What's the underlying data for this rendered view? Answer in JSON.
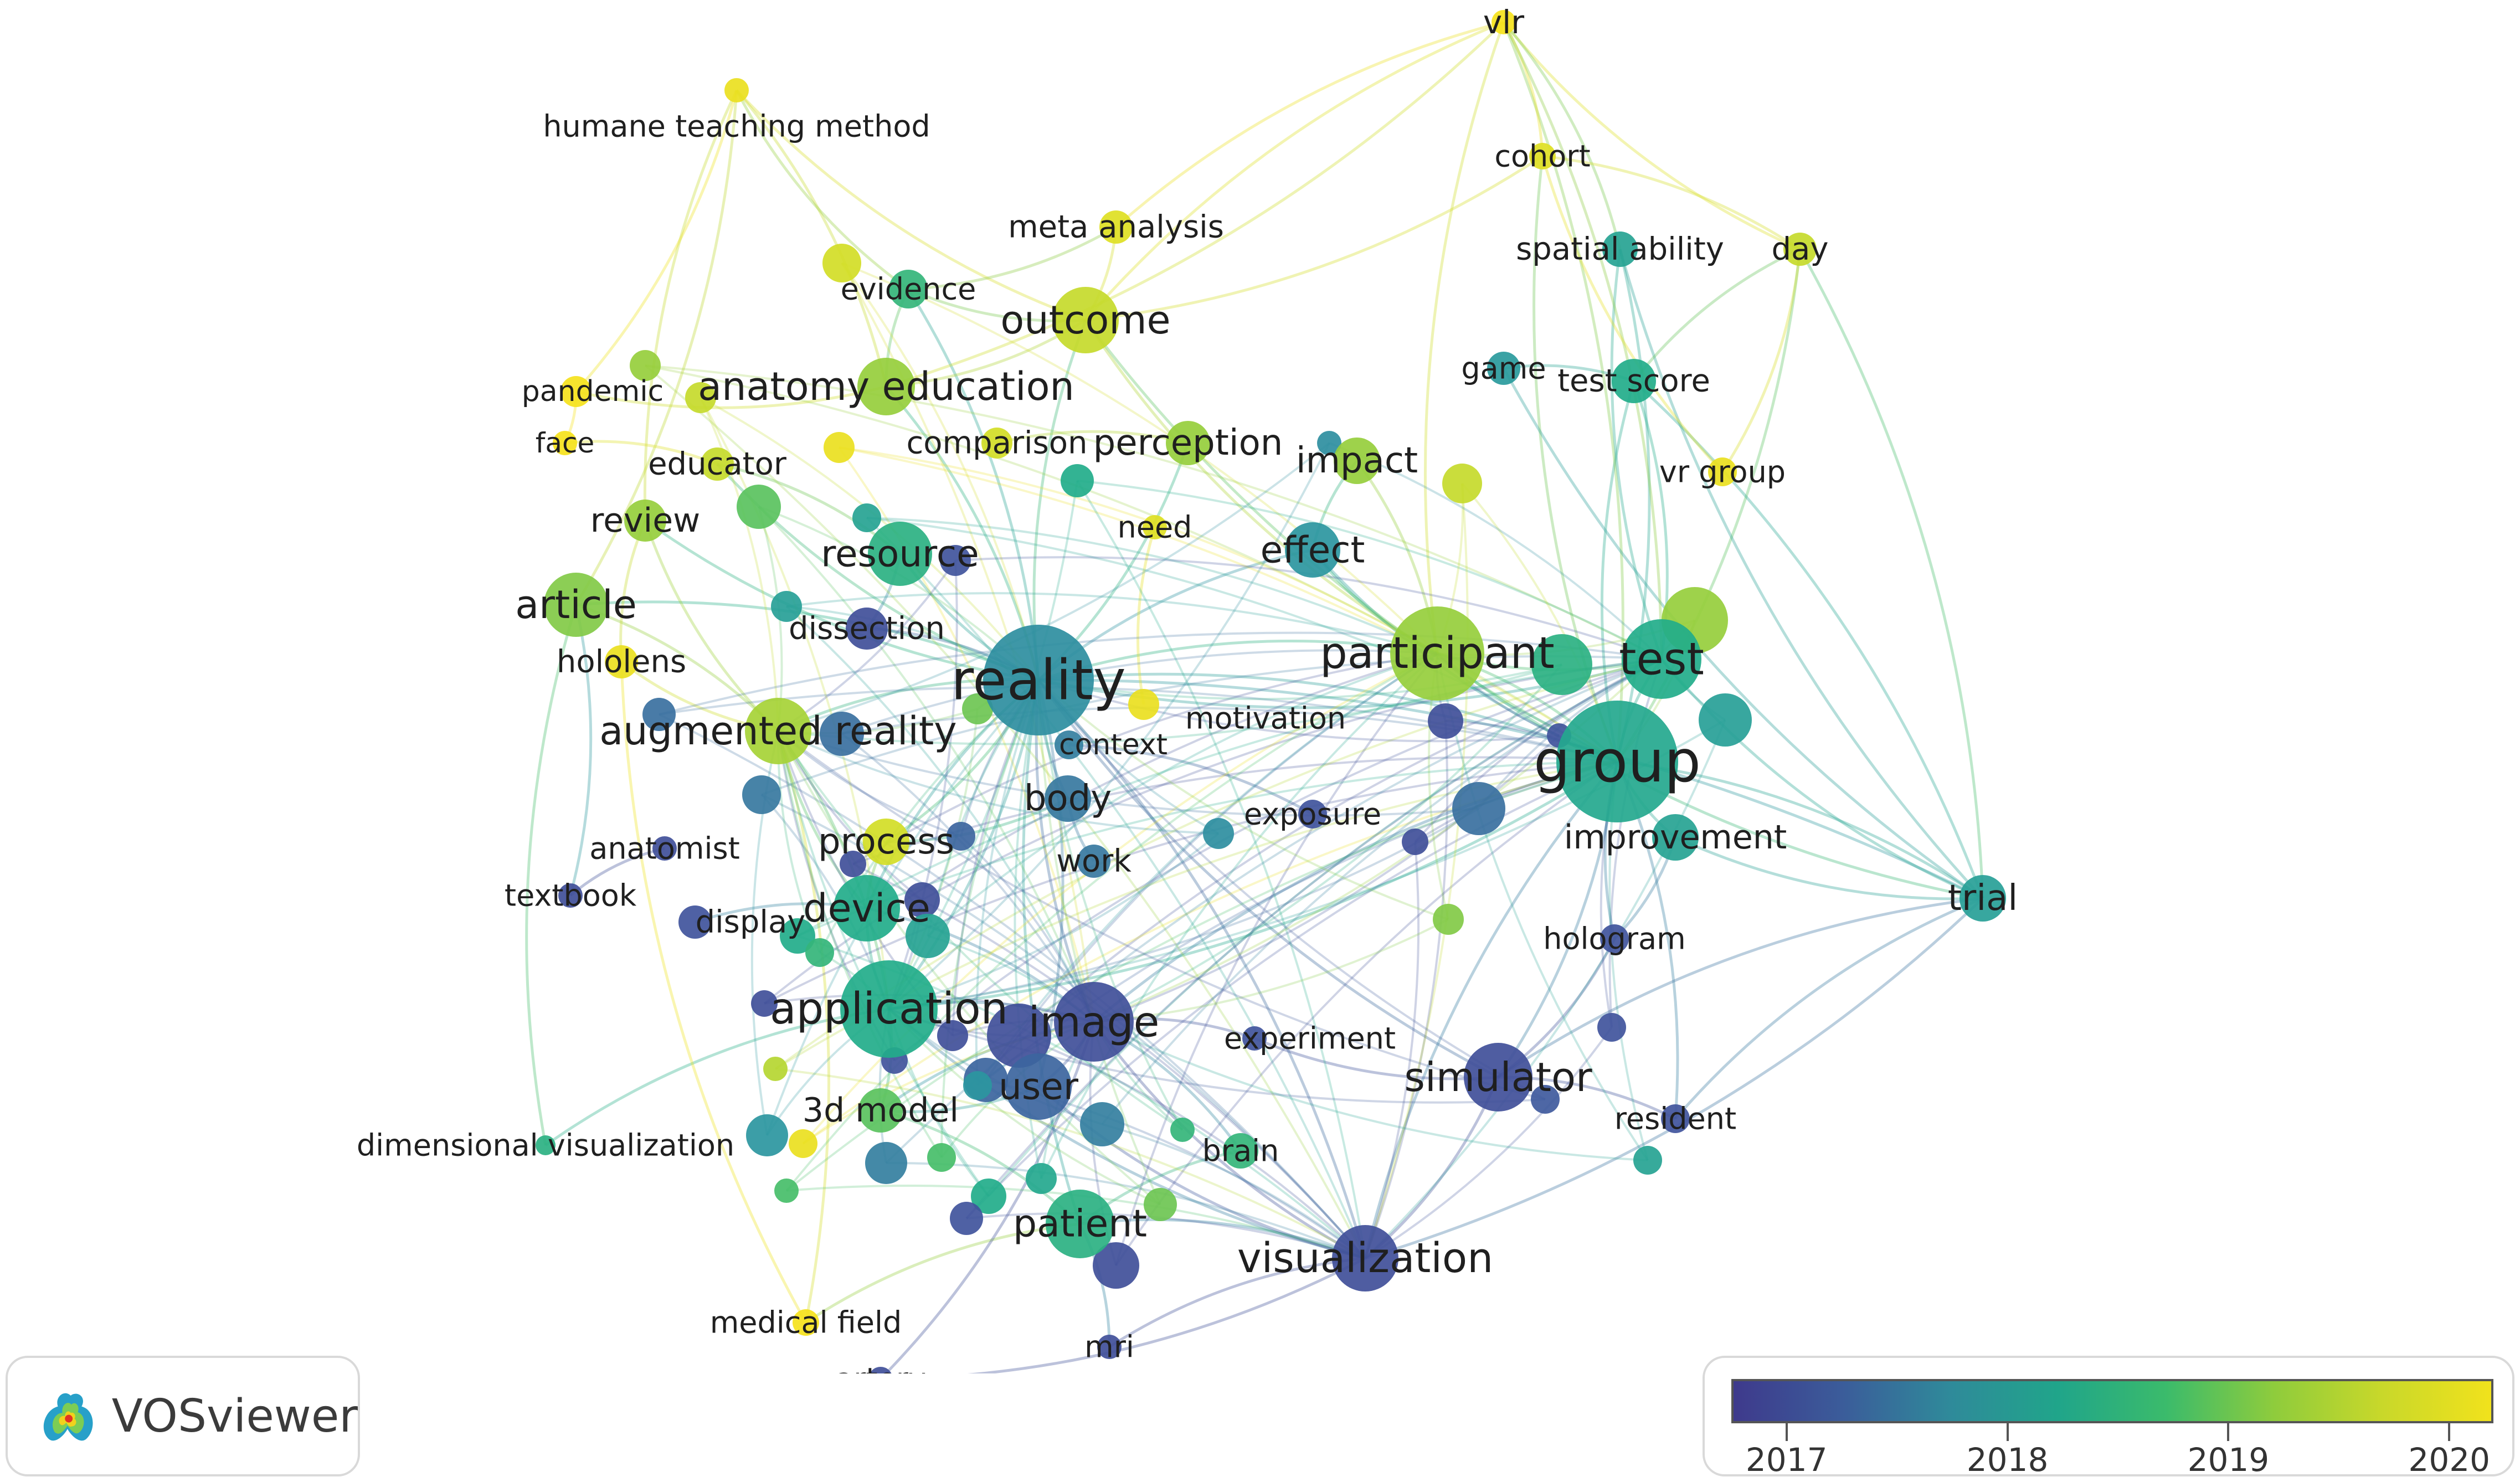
{
  "nodes": [
    {
      "label": "vlr",
      "year": 2020.3
    },
    {
      "label": "humane teaching method",
      "year": 2020.2
    },
    {
      "label": "cohort",
      "year": 2020.1
    },
    {
      "label": "meta analysis",
      "year": 2020.1
    },
    {
      "label": "spatial ability",
      "year": 2018.6
    },
    {
      "label": "day",
      "year": 2019.9
    },
    {
      "label": "evidence",
      "year": 2019.0
    },
    {
      "label": "outcome",
      "year": 2019.9
    },
    {
      "label": "pandemic",
      "year": 2020.3
    },
    {
      "label": "anatomy education",
      "year": 2019.6
    },
    {
      "label": "game",
      "year": 2018.4
    },
    {
      "label": "test score",
      "year": 2018.8
    },
    {
      "label": "face",
      "year": 2020.3
    },
    {
      "label": "educator",
      "year": 2019.9
    },
    {
      "label": "comparison",
      "year": 2020.0
    },
    {
      "label": "perception",
      "year": 2019.6
    },
    {
      "label": "impact",
      "year": 2019.6
    },
    {
      "label": "vr group",
      "year": 2020.2
    },
    {
      "label": "need",
      "year": 2020.1
    },
    {
      "label": "review",
      "year": 2019.6
    },
    {
      "label": "effect",
      "year": 2018.3
    },
    {
      "label": "resource",
      "year": 2018.9
    },
    {
      "label": "article",
      "year": 2019.5
    },
    {
      "label": "dissection",
      "year": 2017.2
    },
    {
      "label": "participant",
      "year": 2019.6
    },
    {
      "label": "test",
      "year": 2018.8
    },
    {
      "label": "hololens",
      "year": 2020.2
    },
    {
      "label": "reality",
      "year": 2018.2
    },
    {
      "label": "motivation",
      "year": 2020.2
    },
    {
      "label": "augmented reality",
      "year": 2019.7
    },
    {
      "label": "context",
      "year": 2018.0
    },
    {
      "label": "group",
      "year": 2018.7
    },
    {
      "label": "body",
      "year": 2017.9
    },
    {
      "label": "exposure",
      "year": 2017.3
    },
    {
      "label": "process",
      "year": 2020.0
    },
    {
      "label": "improvement",
      "year": 2018.6
    },
    {
      "label": "anatomist",
      "year": 2017.2
    },
    {
      "label": "work",
      "year": 2017.9
    },
    {
      "label": "textbook",
      "year": 2017.2
    },
    {
      "label": "display",
      "year": 2017.3
    },
    {
      "label": "device",
      "year": 2018.8
    },
    {
      "label": "trial",
      "year": 2018.5
    },
    {
      "label": "hologram",
      "year": 2017.3
    },
    {
      "label": "application",
      "year": 2018.8
    },
    {
      "label": "image",
      "year": 2017.2
    },
    {
      "label": "experiment",
      "year": 2017.3
    },
    {
      "label": "simulator",
      "year": 2017.2
    },
    {
      "label": "user",
      "year": 2017.6
    },
    {
      "label": "3d model",
      "year": 2019.3
    },
    {
      "label": "resident",
      "year": 2017.3
    },
    {
      "label": "dimensional visualization",
      "year": 2018.9
    },
    {
      "label": "brain",
      "year": 2019.0
    },
    {
      "label": "patient",
      "year": 2018.9
    },
    {
      "label": "visualization",
      "year": 2017.2
    },
    {
      "label": "medical field",
      "year": 2020.3
    },
    {
      "label": "mri",
      "year": 2017.2
    },
    {
      "label": "artery",
      "year": 2017.2
    }
  ],
  "links": [
    [
      "reality",
      "group"
    ],
    [
      "reality",
      "augmented reality"
    ],
    [
      "reality",
      "application"
    ],
    [
      "reality",
      "image"
    ],
    [
      "reality",
      "participant"
    ],
    [
      "reality",
      "test"
    ],
    [
      "reality",
      "resource"
    ],
    [
      "reality",
      "anatomy education"
    ],
    [
      "reality",
      "outcome"
    ],
    [
      "reality",
      "simulator"
    ],
    [
      "reality",
      "visualization"
    ],
    [
      "reality",
      "device"
    ],
    [
      "reality",
      "effect"
    ],
    [
      "reality",
      "body"
    ],
    [
      "reality",
      "process"
    ],
    [
      "reality",
      "article"
    ],
    [
      "reality",
      "review"
    ],
    [
      "reality",
      "evidence"
    ],
    [
      "reality",
      "trial"
    ],
    [
      "reality",
      "patient"
    ],
    [
      "reality",
      "user"
    ],
    [
      "reality",
      "dissection"
    ],
    [
      "reality",
      "educator"
    ],
    [
      "reality",
      "perception"
    ],
    [
      "group",
      "test"
    ],
    [
      "group",
      "participant"
    ],
    [
      "group",
      "trial"
    ],
    [
      "group",
      "improvement"
    ],
    [
      "group",
      "simulator"
    ],
    [
      "group",
      "visualization"
    ],
    [
      "group",
      "effect"
    ],
    [
      "group",
      "spatial ability"
    ],
    [
      "group",
      "test score"
    ],
    [
      "group",
      "day"
    ],
    [
      "group",
      "cohort"
    ],
    [
      "group",
      "vlr"
    ],
    [
      "group",
      "outcome"
    ],
    [
      "group",
      "image"
    ],
    [
      "group",
      "application"
    ],
    [
      "group",
      "hologram"
    ],
    [
      "group",
      "resident"
    ],
    [
      "test",
      "trial"
    ],
    [
      "test",
      "spatial ability"
    ],
    [
      "test",
      "test score"
    ],
    [
      "test",
      "participant"
    ],
    [
      "participant",
      "trial"
    ],
    [
      "participant",
      "outcome"
    ],
    [
      "participant",
      "impact"
    ],
    [
      "trial",
      "visualization"
    ],
    [
      "trial",
      "simulator"
    ],
    [
      "trial",
      "spatial ability"
    ],
    [
      "trial",
      "resident"
    ],
    [
      "trial",
      "improvement"
    ],
    [
      "trial",
      "day"
    ],
    [
      "trial",
      "game"
    ],
    [
      "trial",
      "test score"
    ],
    [
      "visualization",
      "image"
    ],
    [
      "visualization",
      "simulator"
    ],
    [
      "visualization",
      "application"
    ],
    [
      "visualization",
      "patient"
    ],
    [
      "visualization",
      "artery"
    ],
    [
      "visualization",
      "mri"
    ],
    [
      "visualization",
      "user"
    ],
    [
      "image",
      "application"
    ],
    [
      "image",
      "user"
    ],
    [
      "image",
      "device"
    ],
    [
      "image",
      "brain"
    ],
    [
      "image",
      "3d model"
    ],
    [
      "application",
      "device"
    ],
    [
      "application",
      "augmented reality"
    ],
    [
      "application",
      "3d model"
    ],
    [
      "augmented reality",
      "article"
    ],
    [
      "augmented reality",
      "hololens"
    ],
    [
      "augmented reality",
      "device"
    ],
    [
      "augmented reality",
      "review"
    ],
    [
      "anatomy education",
      "outcome"
    ],
    [
      "anatomy education",
      "evidence"
    ],
    [
      "anatomy education",
      "humane teaching method"
    ],
    [
      "anatomy education",
      "pandemic"
    ],
    [
      "outcome",
      "meta analysis"
    ],
    [
      "outcome",
      "vlr"
    ],
    [
      "outcome",
      "cohort"
    ],
    [
      "outcome",
      "evidence"
    ],
    [
      "humane teaching method",
      "evidence"
    ],
    [
      "humane teaching method",
      "article"
    ],
    [
      "humane teaching method",
      "review"
    ],
    [
      "humane teaching method",
      "pandemic"
    ],
    [
      "humane teaching method",
      "outcome"
    ],
    [
      "vlr",
      "cohort"
    ],
    [
      "vlr",
      "day"
    ],
    [
      "vlr",
      "spatial ability"
    ],
    [
      "vlr",
      "meta analysis"
    ],
    [
      "vlr",
      "anatomy education"
    ],
    [
      "vlr",
      "participant"
    ],
    [
      "vlr",
      "test"
    ],
    [
      "day",
      "test score"
    ],
    [
      "day",
      "vr group"
    ],
    [
      "day",
      "cohort"
    ],
    [
      "simulator",
      "resident"
    ],
    [
      "simulator",
      "hologram"
    ],
    [
      "simulator",
      "experiment"
    ],
    [
      "patient",
      "3d model"
    ],
    [
      "patient",
      "brain"
    ],
    [
      "patient",
      "medical field"
    ],
    [
      "article",
      "textbook"
    ],
    [
      "article",
      "dimensional visualization"
    ],
    [
      "dimensional visualization",
      "application"
    ],
    [
      "medical field",
      "augmented reality"
    ],
    [
      "medical field",
      "hololens"
    ],
    [
      "artery",
      "image"
    ],
    [
      "effect",
      "impact"
    ],
    [
      "effect",
      "participant"
    ],
    [
      "resource",
      "dissection"
    ],
    [
      "resource",
      "educator"
    ],
    [
      "body",
      "process"
    ],
    [
      "body",
      "work"
    ],
    [
      "display",
      "device"
    ],
    [
      "anatomist",
      "textbook"
    ],
    [
      "comparison",
      "perception"
    ],
    [
      "need",
      "motivation"
    ],
    [
      "context",
      "exposure"
    ],
    [
      "process",
      "device"
    ],
    [
      "meta analysis",
      "evidence"
    ],
    [
      "cohort",
      "vr group"
    ],
    [
      "game",
      "test score"
    ],
    [
      "face",
      "pandemic"
    ],
    [
      "face",
      "educator"
    ],
    [
      "review",
      "hololens"
    ],
    [
      "improvement",
      "hologram"
    ],
    [
      "experiment",
      "image"
    ],
    [
      "user",
      "3d model"
    ],
    [
      "mri",
      "patient"
    ]
  ],
  "brand": {
    "name": "VOSviewer"
  },
  "legend": {
    "ticks": [
      "2017",
      "2018",
      "2019",
      "2020"
    ],
    "min": 2016.75,
    "max": 2020.2
  }
}
